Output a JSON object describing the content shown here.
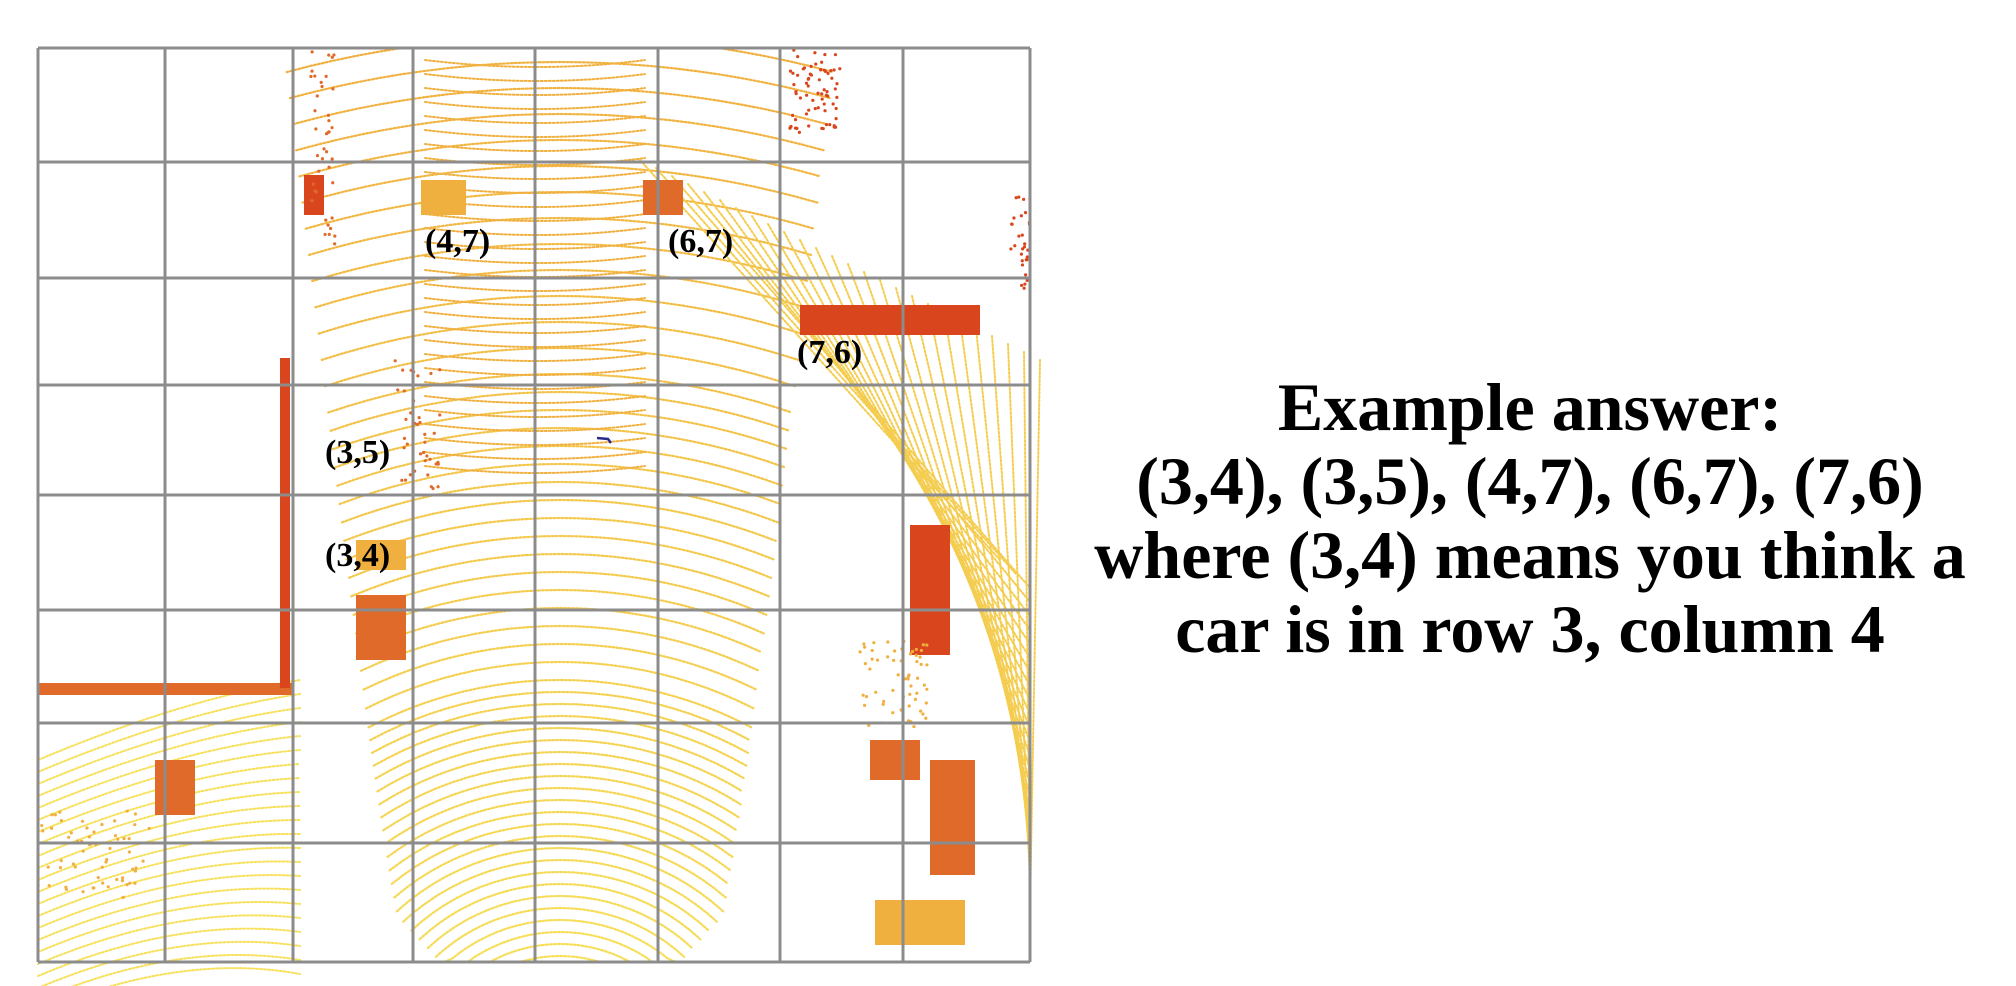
{
  "grid": {
    "labels": [
      "(4,7)",
      "(6,7)",
      "(7,6)",
      "(3,5)",
      "(3,4)"
    ]
  },
  "colors": {
    "grid_line": "#8c8c8c",
    "near_points": "#f7e05a",
    "mid_points": "#f0b040",
    "far_points": "#e06a2a",
    "object_points": "#d9461e",
    "ego_marker": "#2b2b8c"
  },
  "example": {
    "heading": "Example answer:",
    "answer": "(3,4), (3,5), (4,7), (6,7), (7,6)",
    "explanation_line1": "where (3,4) means you think a",
    "explanation_line2": "car is in row 3, column 4"
  }
}
